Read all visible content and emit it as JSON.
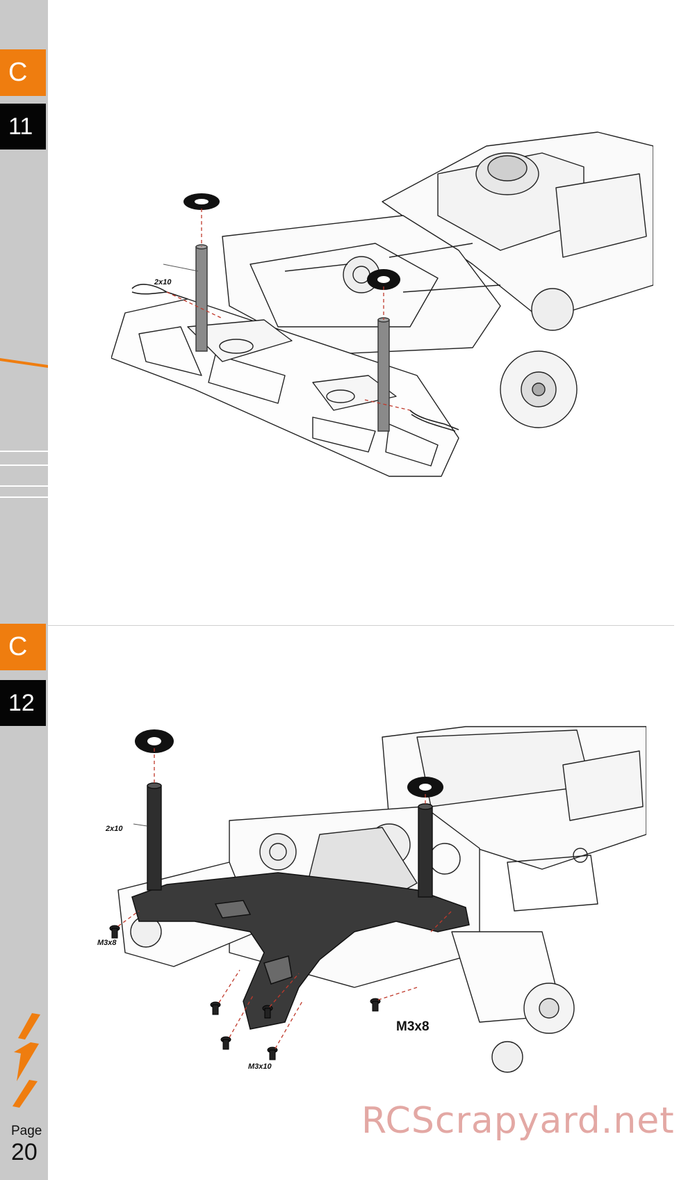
{
  "section_letter": "C",
  "steps": [
    {
      "number": "11"
    },
    {
      "number": "12"
    }
  ],
  "step11": {
    "part_label": "2x10"
  },
  "step12": {
    "part_label_post": "2x10",
    "part_label_side_screw": "M3x8",
    "part_label_bottom_screws": "M3x10",
    "part_label_rear_screw": "M3x8"
  },
  "footer": {
    "page_label": "Page",
    "page_number": "20"
  },
  "watermark": "RCScrapyard.net",
  "colors": {
    "accent": "#ef7d0f",
    "sidebar": "#c9c9c9",
    "step_box": "#050505",
    "watermark": "#e3a8a4",
    "guide_line": "#c0392b"
  }
}
